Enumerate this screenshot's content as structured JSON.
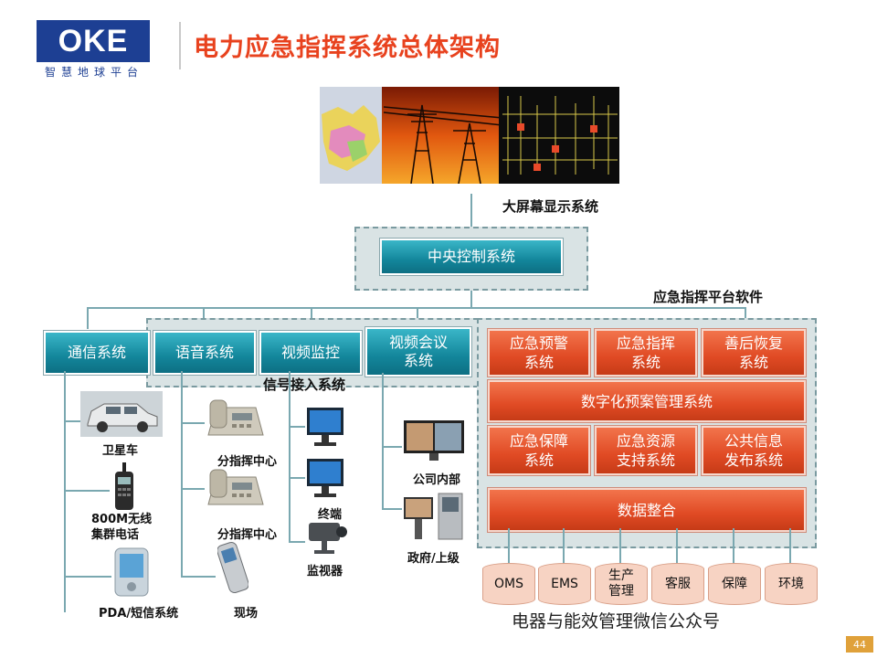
{
  "header": {
    "logo_text": "OKE",
    "logo_sub": "智慧地球平台",
    "title": "电力应急指挥系统总体架构"
  },
  "labels": {
    "big_screen": "大屏幕显示系统",
    "platform_software": "应急指挥平台软件",
    "signal_access": "信号接入系统"
  },
  "teal_boxes": {
    "central": "中央控制系统",
    "comm": "通信系统",
    "voice": "语音系统",
    "video_monitor": "视频监控",
    "video_conf": "视频会议\n系统"
  },
  "orange_boxes": {
    "warning": "应急预警\n系统",
    "command": "应急指挥\n系统",
    "recovery": "善后恢复\n系统",
    "plan_mgmt": "数字化预案管理系统",
    "support": "应急保障\n系统",
    "resource": "应急资源\n支持系统",
    "publish": "公共信息\n发布系统",
    "integration": "数据整合"
  },
  "databases": [
    "OMS",
    "EMS",
    "生产\n管理",
    "客服",
    "保障",
    "环境"
  ],
  "devices": {
    "satellite_car": "卫星车",
    "radio": "800M无线\n集群电话",
    "pda": "PDA/短信系统",
    "sub_center_1": "分指挥中心",
    "sub_center_2": "分指挥中心",
    "terminal": "终端",
    "onsite": "现场",
    "monitor": "监视器",
    "company": "公司内部",
    "government": "政府/上级"
  },
  "footer": {
    "watermark": "电器与能效管理微信公众号",
    "page": "44"
  },
  "colors": {
    "title": "#e8421e",
    "teal": "#13869b",
    "orange": "#e04a24",
    "logo": "#1d3f93"
  }
}
